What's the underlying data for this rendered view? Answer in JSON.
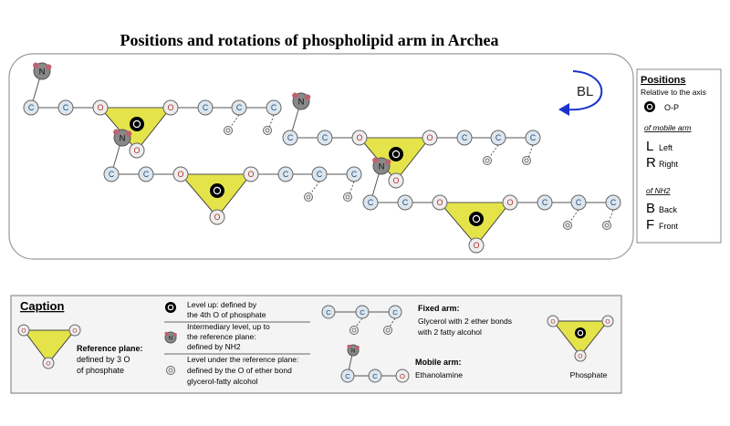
{
  "title": "Positions and rotations of phospholipid arm in Archea",
  "atoms": {
    "carbon": "C",
    "oxygen": "O",
    "nitrogen": "N"
  },
  "rotation_label": "BL",
  "positions_box": {
    "heading": "Positions",
    "subheading": "Relative to the axis",
    "axis_label": "O-P",
    "mobile_arm_heading": "of mobile arm",
    "left_letter": "L",
    "left_word": "Left",
    "right_letter": "R",
    "right_word": "Right",
    "nh2_heading": "of NH2",
    "back_letter": "B",
    "back_word": "Back",
    "front_letter": "F",
    "front_word": "Front"
  },
  "caption": {
    "heading": "Caption",
    "reference_plane": [
      "Reference plane:",
      "defined by 3 O",
      "of phosphate"
    ],
    "level_up": [
      "Level up: defined by",
      "the 4th O of phosphate"
    ],
    "intermediary": [
      "Intermediary level, up to",
      "the reference plane:",
      "defined by NH2"
    ],
    "level_under": [
      "Level under the reference plane:",
      "defined by the O of ether bond",
      "glycerol-fatty  alcohol"
    ],
    "fixed_arm_title": "Fixed arm:",
    "fixed_arm_desc": [
      "Glycerol with 2 ether bonds",
      "with 2 fatty  alcohol"
    ],
    "mobile_arm_title": "Mobile arm:",
    "mobile_arm_desc": "Ethanolamine",
    "phosphate_label": "Phosphate"
  },
  "colors": {
    "carbon_fill": "#dde6ee",
    "carbon_text": "#1a4a7a",
    "oxygen_fill": "#eeeeee",
    "oxygen_text": "#b03030",
    "triangle_fill": "#e4e44a",
    "nitrogen_fill": "#888888",
    "hydrogen_fill": "#c06070",
    "arrow": "#1a33cc"
  }
}
